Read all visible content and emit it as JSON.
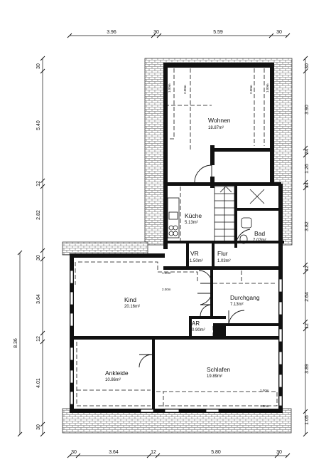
{
  "dims_top": [
    "3.96",
    "30",
    "5.59",
    "30"
  ],
  "dims_bottom": [
    "30",
    "3.64",
    "12",
    "5.80",
    "30"
  ],
  "dims_left": [
    "30",
    "5.40",
    "12",
    "2.82",
    "30",
    "3.64",
    "12",
    "4.01",
    "30"
  ],
  "dims_left_total": "8.36",
  "dims_right": [
    "30",
    "3.90",
    "24",
    "1.26",
    "24",
    "3.82",
    "12",
    "2.64",
    "12",
    "3.89",
    "1.05"
  ],
  "rooms": {
    "wohnen": {
      "name": "Wohnen",
      "area": "18.87m²"
    },
    "kueche": {
      "name": "Küche",
      "area": "5.13m²"
    },
    "bad": {
      "name": "Bad",
      "area": "7.07m²"
    },
    "vr": {
      "name": "VR",
      "area": "1.50m²"
    },
    "flur": {
      "name": "Flur",
      "area": "1.03m²"
    },
    "kind": {
      "name": "Kind",
      "area": "20.16m²"
    },
    "durchgang": {
      "name": "Durchgang",
      "area": "7.13m²"
    },
    "ar": {
      "name": "AR",
      "area": "0.90m²"
    },
    "ankleide": {
      "name": "Ankleide",
      "area": "10.86m²"
    },
    "schlafen": {
      "name": "Schlafen",
      "area": "19.89m²"
    }
  },
  "heights": {
    "w1": "1.00m",
    "w2": "2.00m",
    "w3": "2.00m",
    "w4": "1.00m",
    "k1": "1.00m",
    "k2": "2.00m",
    "s1": "2.00m",
    "s2": "1.00m"
  }
}
